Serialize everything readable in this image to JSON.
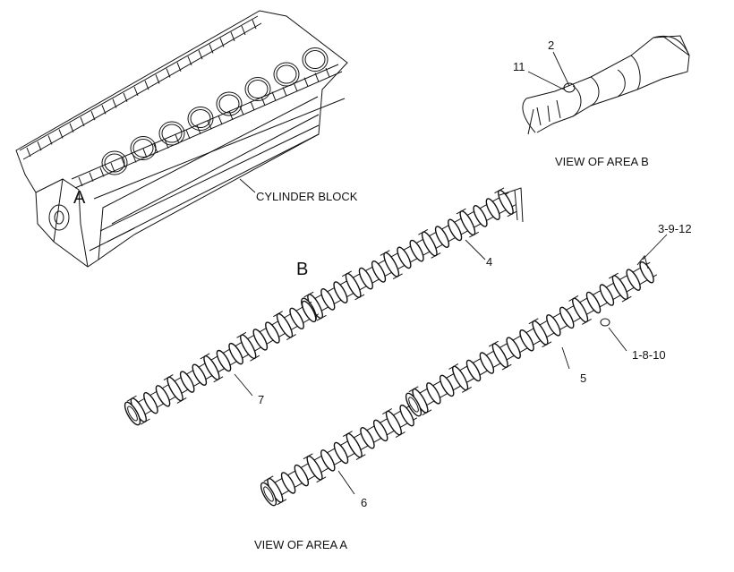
{
  "labels": {
    "area_a_marker": "A",
    "area_b_marker": "B",
    "cylinder_block": "CYLINDER BLOCK",
    "view_area_b": "VIEW OF AREA  B",
    "view_area_a": "VIEW OF AREA  A",
    "callout_2": "2",
    "callout_11": "11",
    "callout_3_9_12": "3-9-12",
    "callout_1_8_10": "1-8-10",
    "callout_4": "4",
    "callout_5": "5",
    "callout_6": "6",
    "callout_7": "7"
  }
}
